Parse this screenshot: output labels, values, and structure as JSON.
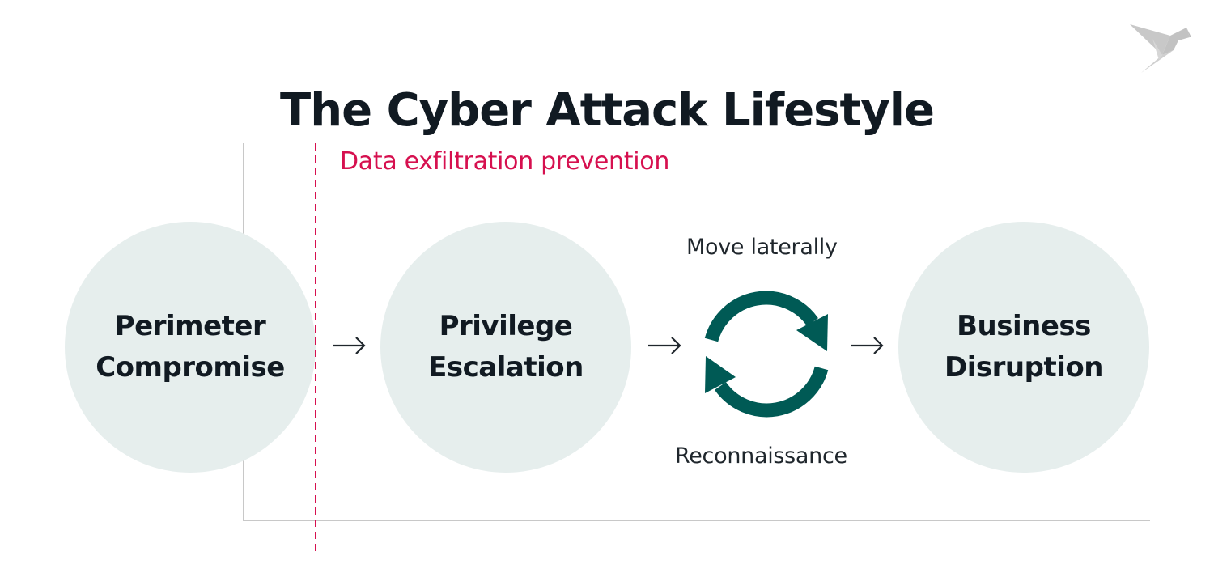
{
  "title": "The Cyber Attack Lifestyle",
  "logo": {
    "icon": "origami-bird-icon",
    "color": "#c8c8c8"
  },
  "zone": {
    "label": "Data exfiltration prevention",
    "color": "#d6104f"
  },
  "stages": [
    {
      "line1": "Perimeter",
      "line2": "Compromise"
    },
    {
      "line1": "Privilege",
      "line2": "Escalation"
    },
    {
      "line1": "Business",
      "line2": "Disruption"
    }
  ],
  "cycle": {
    "top_label": "Move laterally",
    "bottom_label": "Reconnaissance",
    "icon": "cycle-arrows-icon",
    "color": "#005a55"
  },
  "arrows": [
    "right-arrow",
    "right-arrow",
    "right-arrow"
  ],
  "colors": {
    "circle_fill": "#e6eeed",
    "text_dark": "#111a22",
    "axis": "#c8c8c8"
  }
}
